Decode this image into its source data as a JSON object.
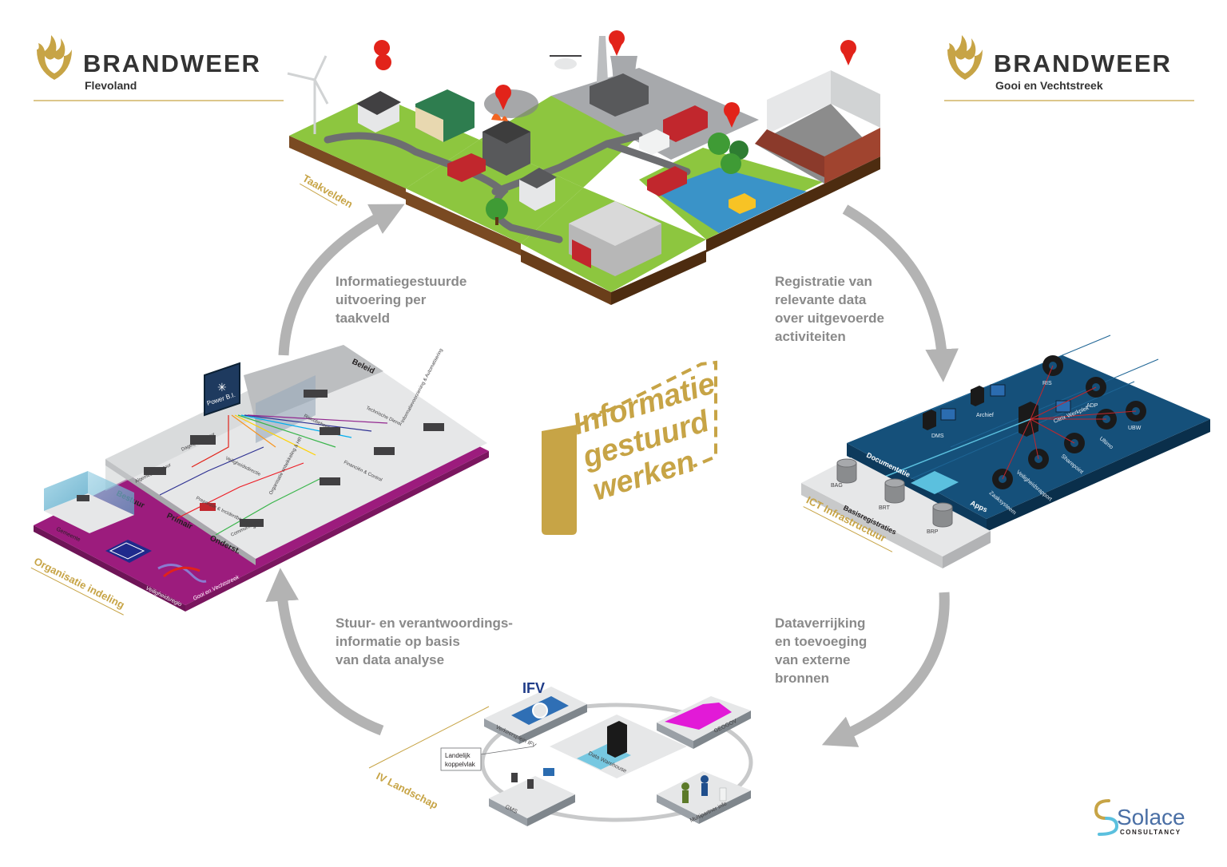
{
  "logos": {
    "left": {
      "name": "BRANDWEER",
      "region": "Flevoland"
    },
    "right": {
      "name": "BRANDWEER",
      "region": "Gooi en Vechtstreek"
    },
    "solace": {
      "name": "Solace",
      "sub": "CONSULTANCY"
    }
  },
  "center": {
    "line1": "Informatie",
    "line2": "gestuurd",
    "line3": "werken"
  },
  "sections": {
    "taakvelden": "Taakvelden",
    "ict": "ICT Infrastructuur",
    "iv": "IV Landschap",
    "org": "Organisatie indeling"
  },
  "flows": {
    "top_left": [
      "Informatiegestuurde",
      "uitvoering per",
      "taakveld"
    ],
    "top_right": [
      "Registratie van",
      "relevante data",
      "over uitgevoerde",
      "activiteiten"
    ],
    "bottom_right": [
      "Dataverrijking",
      "en toevoeging",
      "van externe",
      "bronnen"
    ],
    "bottom_left": [
      "Stuur- en verantwoordings-",
      "informatie op basis",
      "van data analyse"
    ]
  },
  "ict": {
    "documentatie": "Documentatie",
    "basisregistraties": "Basisregistraties",
    "apps": "Apps",
    "registries": [
      "BAG",
      "BRT",
      "BRP"
    ],
    "systems": [
      "DMS",
      "Archief",
      "Citrix Werkplek"
    ],
    "apps_list": [
      "RIS",
      "ADP",
      "UBW",
      "Ultimo",
      "Sharepoint",
      "Veiligheidsrapport",
      "Zaaksysteem"
    ]
  },
  "iv": {
    "nodes": [
      "Verkeersplein IFV",
      "GEOGOV",
      "Data Warehouse",
      "GMS",
      "Multipartner info"
    ],
    "ifv": "IFV",
    "callout": [
      "Landelijk",
      "koppelvlak"
    ]
  },
  "org": {
    "rows": [
      "Beleid",
      "Bestuur",
      "Primair",
      "Onderst."
    ],
    "depts": [
      "Algemeen Bestuur",
      "Dagelijks bestuur",
      "Veiligheidsdirectie",
      "Risicobeheersing",
      "Technische Dienst",
      "Informatievoorziening & Automatisering",
      "Preparatie & Incidentbestrijding",
      "Organisatie ontwikkeling & HR",
      "Communicatie",
      "Financiën & Control"
    ],
    "gemeente": "Gemeente",
    "bar": [
      "Veiligheidsregio",
      "Gooi en Vechtstreek"
    ],
    "powerbi": "Power B.I."
  },
  "colors": {
    "gold": "#c7a446",
    "arrow": "#b3b3b3",
    "flow_text": "#8a8a8a",
    "grass": "#8dc63f",
    "ict_blue": "#15507a",
    "magenta": "#9c1c7d"
  }
}
